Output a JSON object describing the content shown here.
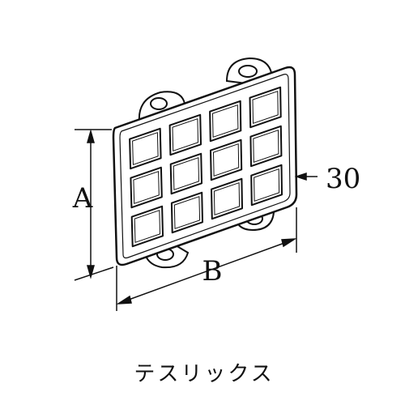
{
  "drawing": {
    "dimensions": {
      "height_label": "A",
      "width_label": "B",
      "depth_label": "30"
    },
    "grid": {
      "rows": 3,
      "cols": 4
    },
    "caption": "テスリックス",
    "line_color": "#111111",
    "background": "#ffffff"
  }
}
